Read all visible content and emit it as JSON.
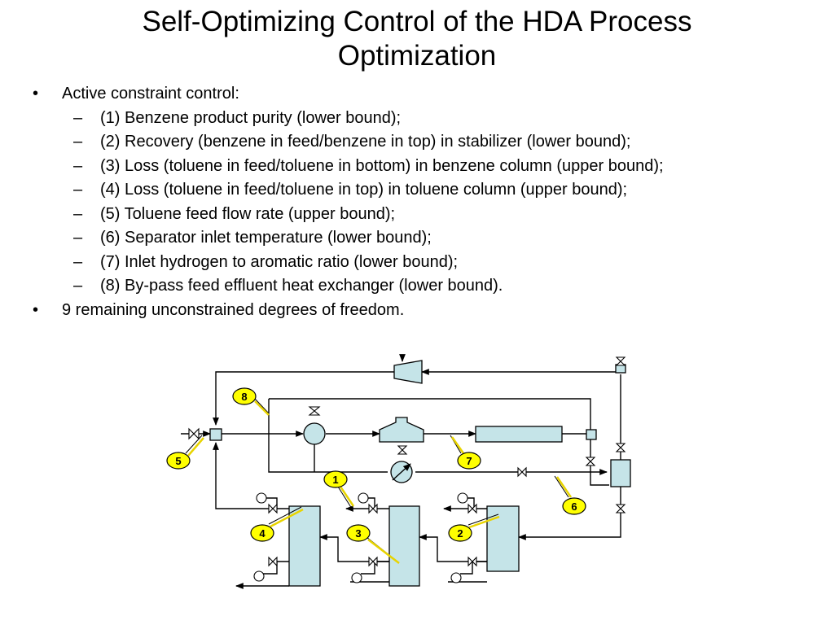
{
  "title": {
    "line1": "Self-Optimizing Control of the HDA Process",
    "line2": "Optimization"
  },
  "bullets": [
    {
      "level": 1,
      "text": "Active constraint control:"
    },
    {
      "level": 2,
      "text": "(1) Benzene product purity (lower bound);"
    },
    {
      "level": 2,
      "text": "(2) Recovery (benzene in feed/benzene in top) in stabilizer (lower bound);"
    },
    {
      "level": 2,
      "text": "(3) Loss (toluene in feed/toluene in bottom) in benzene column (upper bound);"
    },
    {
      "level": 2,
      "text": "(4) Loss (toluene in feed/toluene in top) in toluene column (upper bound);"
    },
    {
      "level": 2,
      "text": "(5) Toluene feed flow rate (upper bound);"
    },
    {
      "level": 2,
      "text": "(6) Separator inlet temperature (lower bound);"
    },
    {
      "level": 2,
      "text": "(7) Inlet hydrogen to aromatic ratio (lower bound);"
    },
    {
      "level": 2,
      "text": "(8) By-pass feed effluent heat exchanger (lower bound)."
    },
    {
      "level": 1,
      "text": "9 remaining unconstrained degrees of freedom."
    }
  ],
  "diagram": {
    "tags": [
      "1",
      "2",
      "3",
      "4",
      "5",
      "6",
      "7",
      "8"
    ],
    "colors": {
      "equipment": "#c5e4e8",
      "tag_fill": "#ffff00",
      "leader": "#e8d400"
    }
  }
}
